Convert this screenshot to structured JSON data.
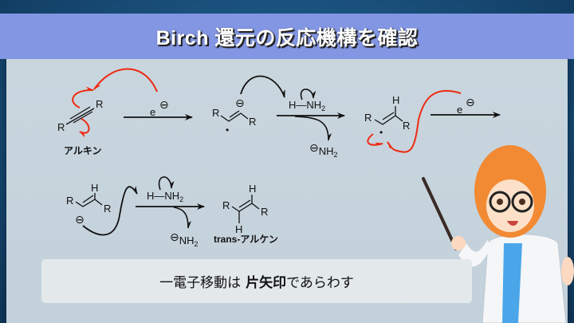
{
  "title": "Birch 還元の反応機構を確認",
  "scheme": {
    "r": "R",
    "h": "H",
    "electron": "e",
    "minus": "⊖",
    "h_nh2": "H—NH",
    "nh2": "NH",
    "sub2": "2",
    "dot": "•",
    "alkyne_label": "アルキン",
    "product_label": "trans-アルケン"
  },
  "caption": {
    "prefix": "一電子移動は",
    "bold": "片矢印",
    "suffix": "であらわす"
  },
  "colors": {
    "title_bar": "#8396e3",
    "fishhook": "#ee2a12",
    "arrow": "#111111"
  }
}
